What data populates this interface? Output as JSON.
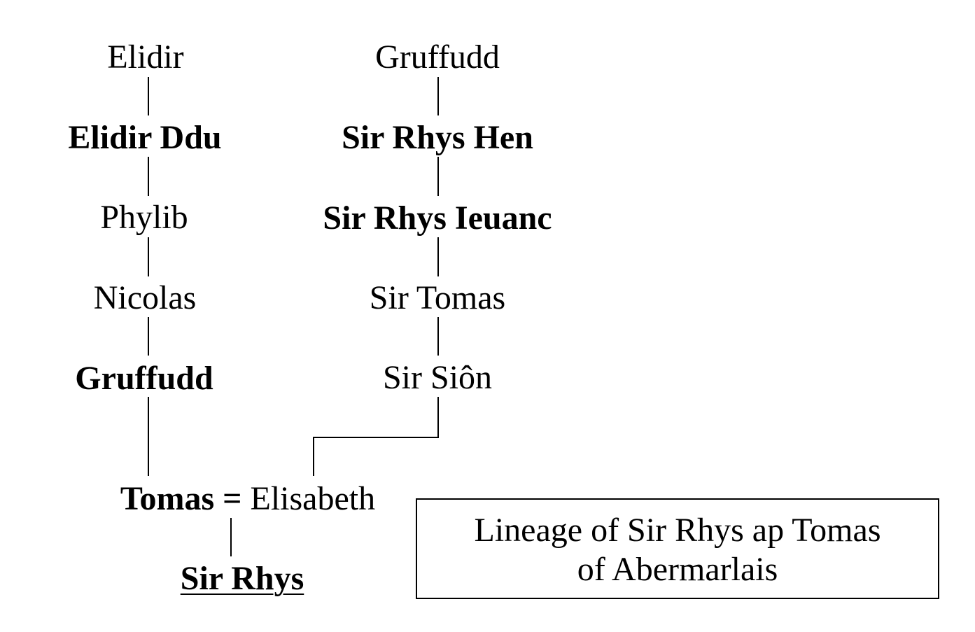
{
  "left_line": {
    "elidir": "Elidir",
    "elidir_ddu": "Elidir Ddu",
    "phylib": "Phylib",
    "nicolas": "Nicolas",
    "gruffudd": "Gruffudd"
  },
  "right_line": {
    "gruffudd": "Gruffudd",
    "sir_rhys_hen": "Sir Rhys Hen",
    "sir_rhys_ieuanc": "Sir Rhys Ieuanc",
    "sir_tomas": "Sir Tomas",
    "sir_sion": "Sir Siôn"
  },
  "marriage": {
    "husband": "Tomas",
    "equals": "=",
    "wife": "Elisabeth"
  },
  "child": "Sir Rhys",
  "caption": {
    "line1": "Lineage of Sir Rhys ap Tomas",
    "line2": "of Abermarlais"
  }
}
